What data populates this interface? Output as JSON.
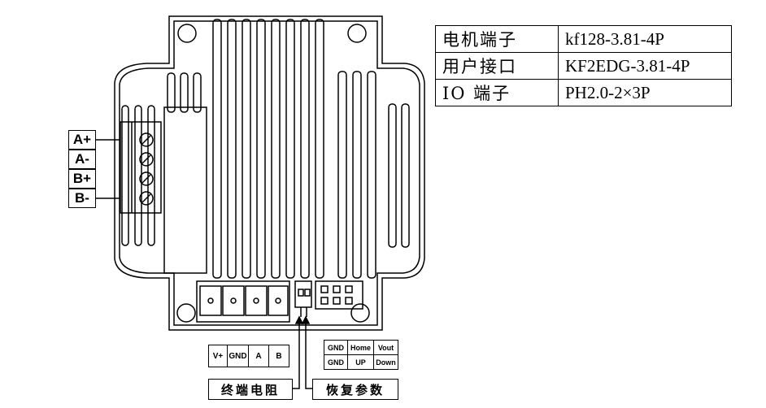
{
  "spec_table": [
    {
      "label": "电机端子",
      "value": "kf128-3.81-4P"
    },
    {
      "label": "用户接口",
      "value": "KF2EDG-3.81-4P"
    },
    {
      "label": "IO 端子",
      "value": "PH2.0-2×3P"
    }
  ],
  "motor_terminals": [
    "A+",
    "A-",
    "B+",
    "B-"
  ],
  "user_pins": [
    "V+",
    "GND",
    "A",
    "B"
  ],
  "io_pins_top": [
    "GND",
    "Home",
    "Vout"
  ],
  "io_pins_bottom": [
    "GND",
    "UP",
    "Down"
  ],
  "termination_label": "终端电阻",
  "restore_label": "恢复参数"
}
